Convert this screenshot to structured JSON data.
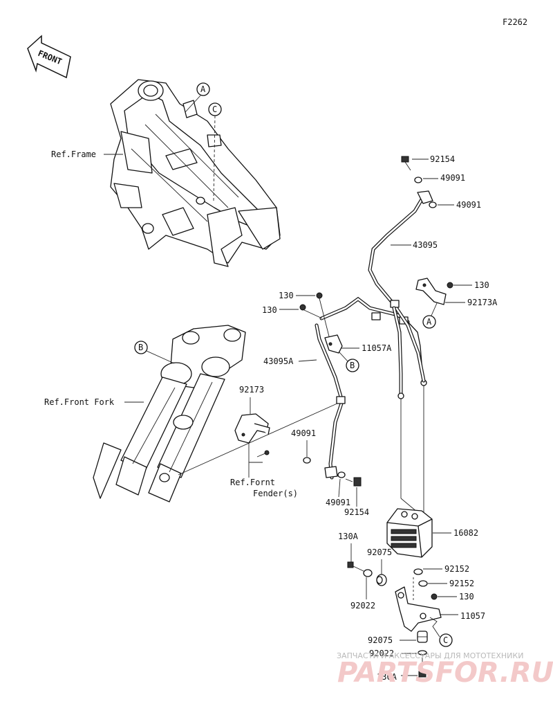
{
  "diagram_code": "F2262",
  "front_label": "FRONT",
  "refs": {
    "frame": "Ref.Frame",
    "front_fork": "Ref.Front Fork",
    "front_fender_line1": "Ref.Fornt",
    "front_fender_line2": "Fender(s)"
  },
  "callouts": {
    "a1": "A",
    "a2": "A",
    "b1": "B",
    "b2": "B",
    "c1": "C",
    "c2": "C"
  },
  "parts": {
    "p92154_top": "92154",
    "p49091_top1": "49091",
    "p49091_top2": "49091",
    "p43095": "43095",
    "p130_right": "130",
    "p92173A": "92173A",
    "p130_a": "130",
    "p130_b": "130",
    "p11057A": "11057A",
    "p43095A": "43095A",
    "p92173": "92173",
    "p49091_mid1": "49091",
    "p49091_mid2": "49091",
    "p92154_mid": "92154",
    "p16082": "16082",
    "p130A_top": "130A",
    "p92075_top": "92075",
    "p92152_a": "92152",
    "p92152_b": "92152",
    "p130_low": "130",
    "p92022_top": "92022",
    "p11057": "11057",
    "p92075_low": "92075",
    "p92022_low": "92022",
    "p130A_low": "130A"
  },
  "watermark": {
    "line1": "ЗАПЧАСТИ И АКСЕССУАРЫ ДЛЯ МОТОТЕХНИКИ",
    "line2": "PARTSFOR.RU"
  }
}
